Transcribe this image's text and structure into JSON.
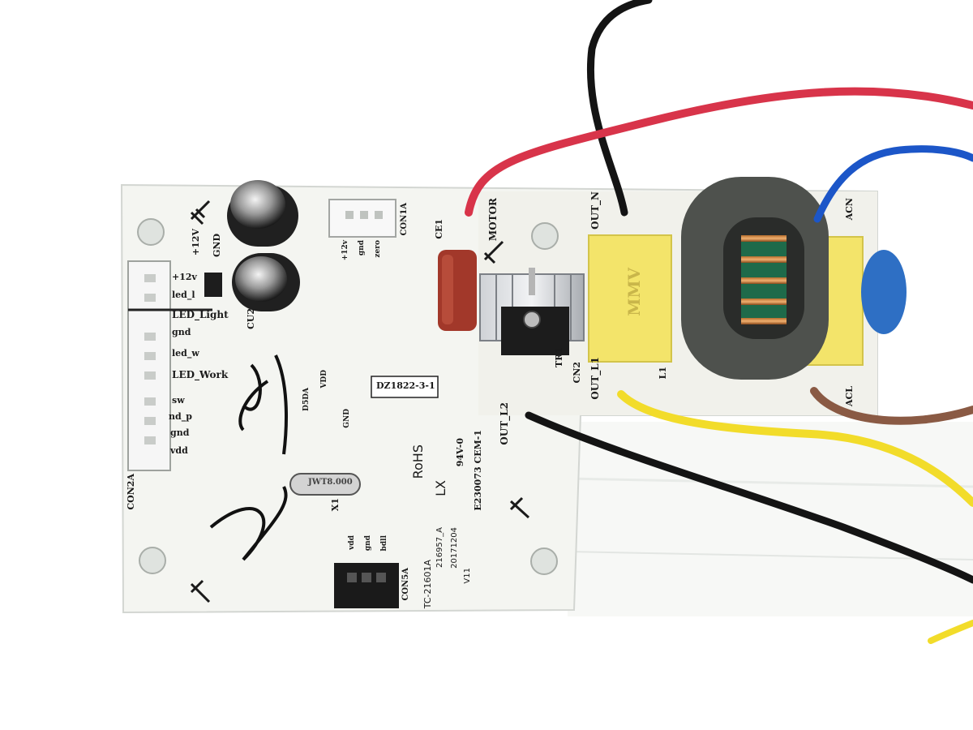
{
  "board_labels": {
    "pin_12v": "+12v",
    "led_l": "led_l",
    "led_light": "LED_Light",
    "gnd1": "gnd",
    "led_w": "led_w",
    "led_work": "LED_Work",
    "sw": "sw",
    "nd_p": "nd_p",
    "gnd2": "gnd",
    "vdd": "vdd",
    "con2a": "CON2A",
    "top_12v": "+12V",
    "top_gnd": "GND",
    "cu2": "CU2",
    "con1a_pins": [
      "+12v",
      "gnd",
      "zero"
    ],
    "con1a": "CON1A",
    "ce1": "CE1",
    "motor": "MOTOR",
    "out_n": "OUT_N",
    "acn": "ACN",
    "tr1": "TR1",
    "cn2": "CN2",
    "out_l1": "OUT_L1",
    "l1": "L1",
    "acl": "ACL",
    "out_l2": "OUT_L2",
    "code_box": "DZ1822-3-1",
    "d5da": "D5DA",
    "vdd2": "VDD",
    "gnd3": "GND",
    "rohs": "RoHS",
    "lx": "LX",
    "flammability": "94V-0",
    "cert": "E230073 CEM-1",
    "x1": "X1",
    "crystal": "JWT8.000",
    "part_no": "TC-21601A",
    "part_no2": "216957_A",
    "date_code": "20171204",
    "version": "V11",
    "con5a": "CON5A",
    "con5a_pins": [
      "vdd",
      "gnd",
      "bdll"
    ],
    "choke_mark": "MMV"
  },
  "colors": {
    "pcb": "#f4f5f1",
    "wire_red": "#d8344a",
    "wire_black": "#141414",
    "wire_blue": "#1c56c8",
    "wire_yellow": "#f2dc2a",
    "wire_brown": "#8a5a44",
    "choke": "#4e514d",
    "ptc_yellow": "#f3e46a"
  }
}
